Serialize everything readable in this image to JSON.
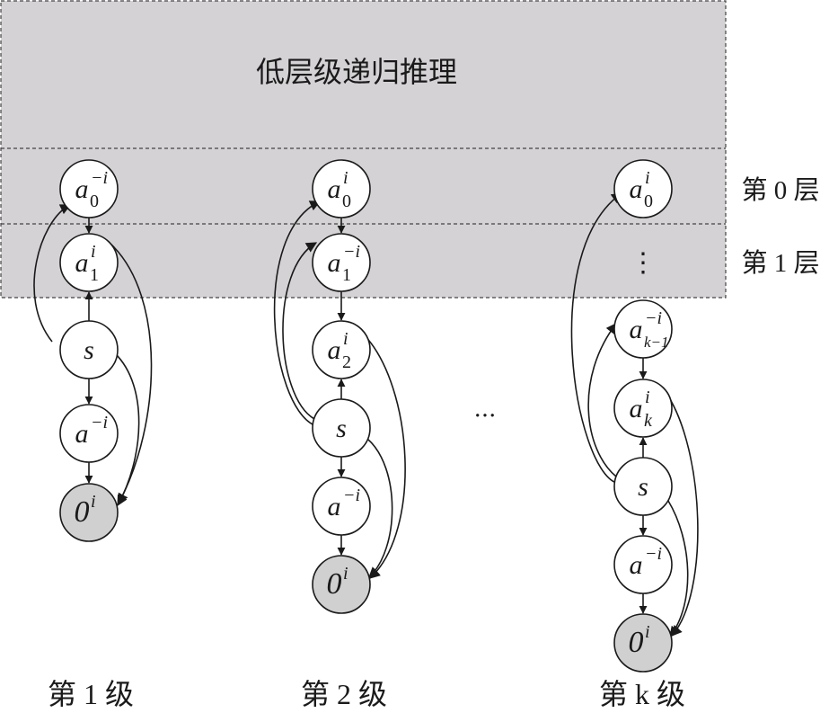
{
  "header": {
    "title": "低层级递归推理"
  },
  "layers": [
    {
      "label": "第 0 层"
    },
    {
      "label": "第 1 层"
    }
  ],
  "columns": [
    {
      "label": "第 1 级",
      "nodes": [
        {
          "base": "a",
          "sub": "0",
          "sup": "−i",
          "shaded": false
        },
        {
          "base": "a",
          "sub": "1",
          "sup": "i",
          "shaded": false
        },
        {
          "base": "s",
          "sub": "",
          "sup": "",
          "shaded": false
        },
        {
          "base": "a",
          "sub": "",
          "sup": "−i",
          "shaded": false
        },
        {
          "base": "0",
          "sub": "",
          "sup": "i",
          "shaded": true
        }
      ]
    },
    {
      "label": "第 2 级",
      "nodes": [
        {
          "base": "a",
          "sub": "0",
          "sup": "i",
          "shaded": false
        },
        {
          "base": "a",
          "sub": "1",
          "sup": "−i",
          "shaded": false
        },
        {
          "base": "a",
          "sub": "2",
          "sup": "i",
          "shaded": false
        },
        {
          "base": "s",
          "sub": "",
          "sup": "",
          "shaded": false
        },
        {
          "base": "a",
          "sub": "",
          "sup": "−i",
          "shaded": false
        },
        {
          "base": "0",
          "sub": "",
          "sup": "i",
          "shaded": true
        }
      ]
    },
    {
      "label": "第 k 级",
      "nodes": [
        {
          "base": "a",
          "sub": "0",
          "sup": "i",
          "shaded": false
        },
        {
          "base": "a",
          "sub": "k−1",
          "sup": "−i",
          "shaded": false
        },
        {
          "base": "a",
          "sub": "k",
          "sup": "i",
          "shaded": false
        },
        {
          "base": "s",
          "sub": "",
          "sup": "",
          "shaded": false
        },
        {
          "base": "a",
          "sub": "",
          "sup": "−i",
          "shaded": false
        },
        {
          "base": "0",
          "sub": "",
          "sup": "i",
          "shaded": true
        }
      ]
    }
  ],
  "gap_symbols": {
    "vertical": "⋮",
    "horizontal": "···"
  },
  "colors": {
    "band_fill": "#d4d2d4",
    "node_shaded": "#d0d0d0",
    "stroke": "#1a1a1a"
  }
}
